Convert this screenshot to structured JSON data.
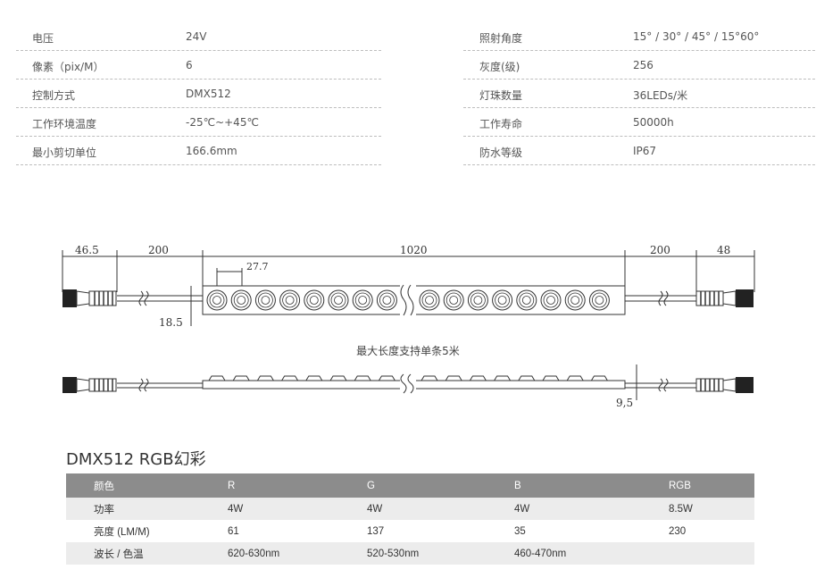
{
  "specs": {
    "left": [
      {
        "label": "电压",
        "value": "24V"
      },
      {
        "label": "像素（pix/M）",
        "value": "6"
      },
      {
        "label": "控制方式",
        "value": "DMX512"
      },
      {
        "label": "工作环境温度",
        "value": "-25℃~+45℃"
      },
      {
        "label": "最小剪切单位",
        "value": "166.6mm"
      }
    ],
    "right": [
      {
        "label": "照射角度",
        "value": "15° / 30° / 45° / 15°60°"
      },
      {
        "label": "灰度(级)",
        "value": "256"
      },
      {
        "label": "灯珠数量",
        "value": "36LEDs/米"
      },
      {
        "label": "工作寿命",
        "value": "50000h"
      },
      {
        "label": "防水等级",
        "value": "IP67"
      }
    ]
  },
  "drawing": {
    "dimensions": {
      "left_connector": "46.5",
      "left_cable": "200",
      "body_length": "1020",
      "right_cable": "200",
      "right_connector": "48",
      "led_pitch": "27.7",
      "front_height": "18.5",
      "side_height": "9,5"
    },
    "caption": "最大长度支持单条5米"
  },
  "table": {
    "title": "DMX512 RGB幻彩",
    "headers": [
      "颜色",
      "R",
      "G",
      "B",
      "RGB"
    ],
    "rows": [
      [
        "功率",
        "4W",
        "4W",
        "4W",
        "8.5W"
      ],
      [
        "亮度 (LM/M)",
        "61",
        "137",
        "35",
        "230"
      ],
      [
        "波长 / 色温",
        "620-630nm",
        "520-530nm",
        "460-470nm",
        ""
      ]
    ]
  }
}
